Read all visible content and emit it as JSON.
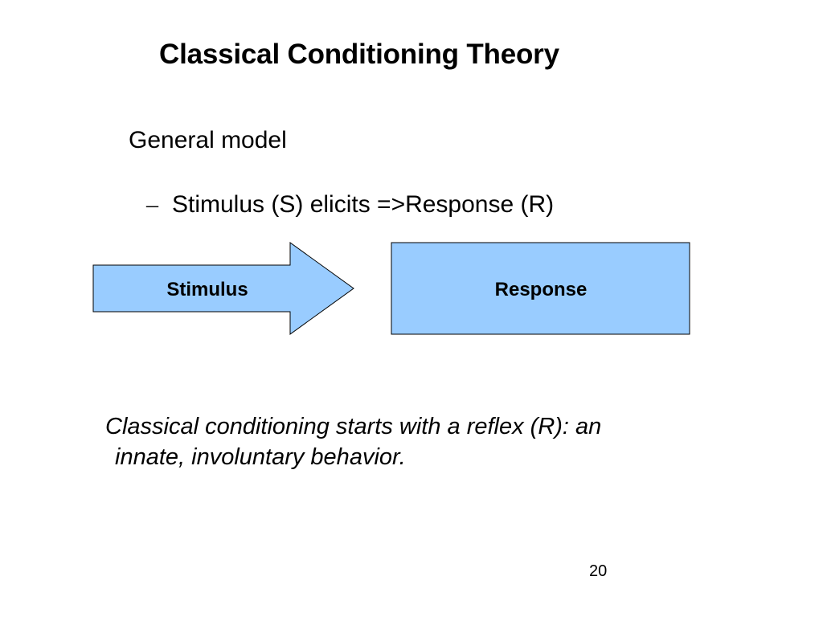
{
  "slide": {
    "title": "Classical Conditioning Theory",
    "heading": "General model",
    "bullet": {
      "marker": "–",
      "text": "Stimulus (S) elicits =>Response (R)"
    },
    "diagram": {
      "stimulus_label": "Stimulus",
      "response_label": "Response",
      "fill_color": "#99ccff",
      "stroke_color": "#000000"
    },
    "note": {
      "line1": "Classical conditioning starts with a reflex (R): an",
      "line2": "innate, involuntary behavior."
    },
    "page_number": "20"
  }
}
